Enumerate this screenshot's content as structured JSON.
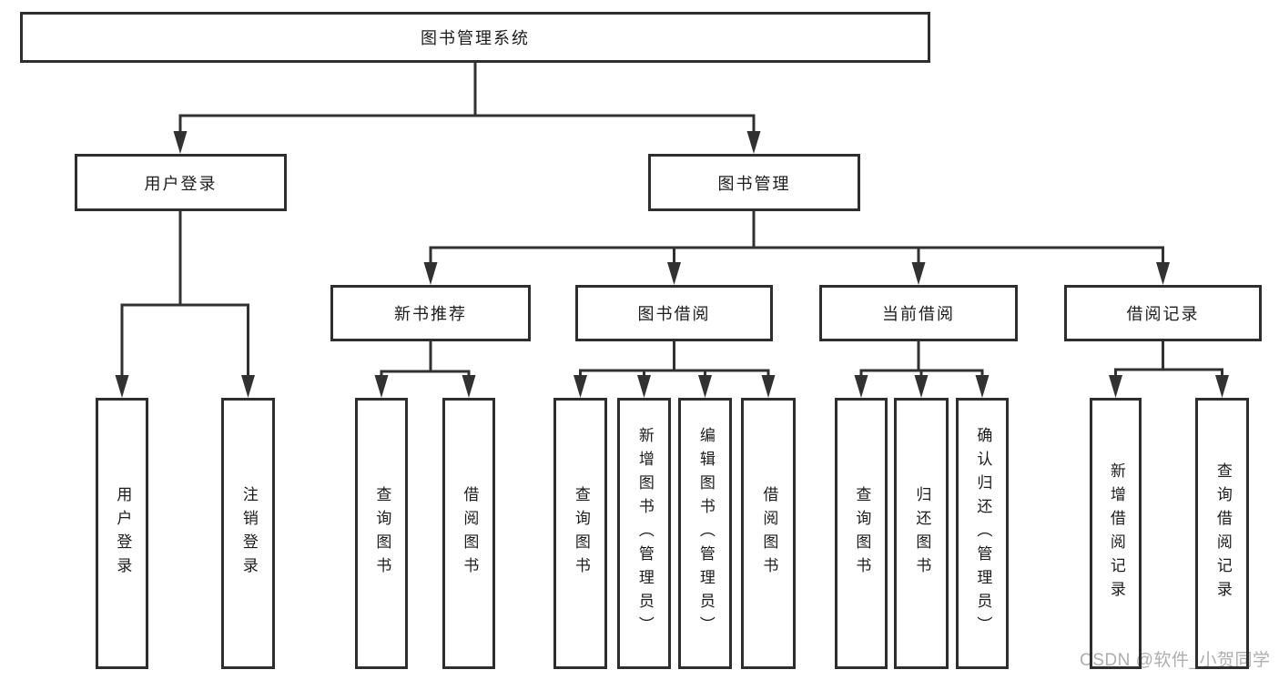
{
  "diagram": {
    "root": {
      "label": "图书管理系统"
    },
    "branches": [
      {
        "label": "用户登录",
        "children": [
          {
            "label": "用户登录"
          },
          {
            "label": "注销登录"
          }
        ]
      },
      {
        "label": "图书管理",
        "children": [
          {
            "label": "新书推荐",
            "children": [
              {
                "label": "查询图书"
              },
              {
                "label": "借阅图书"
              }
            ]
          },
          {
            "label": "图书借阅",
            "children": [
              {
                "label": "查询图书"
              },
              {
                "label": "新增图书（管理员）"
              },
              {
                "label": "编辑图书（管理员）"
              },
              {
                "label": "借阅图书"
              }
            ]
          },
          {
            "label": "当前借阅",
            "children": [
              {
                "label": "查询图书"
              },
              {
                "label": "归还图书"
              },
              {
                "label": "确认归还（管理员）"
              }
            ]
          },
          {
            "label": "借阅记录",
            "children": [
              {
                "label": "新增借阅记录"
              },
              {
                "label": "查询借阅记录"
              }
            ]
          }
        ]
      }
    ]
  },
  "watermark": {
    "text": "CSDN @软件_小贺同学"
  },
  "colors": {
    "line": "#313131",
    "border": "#2e2e2e",
    "text": "#1c1c1c",
    "watermark": "#aeaeae",
    "background": "#ffffff"
  }
}
